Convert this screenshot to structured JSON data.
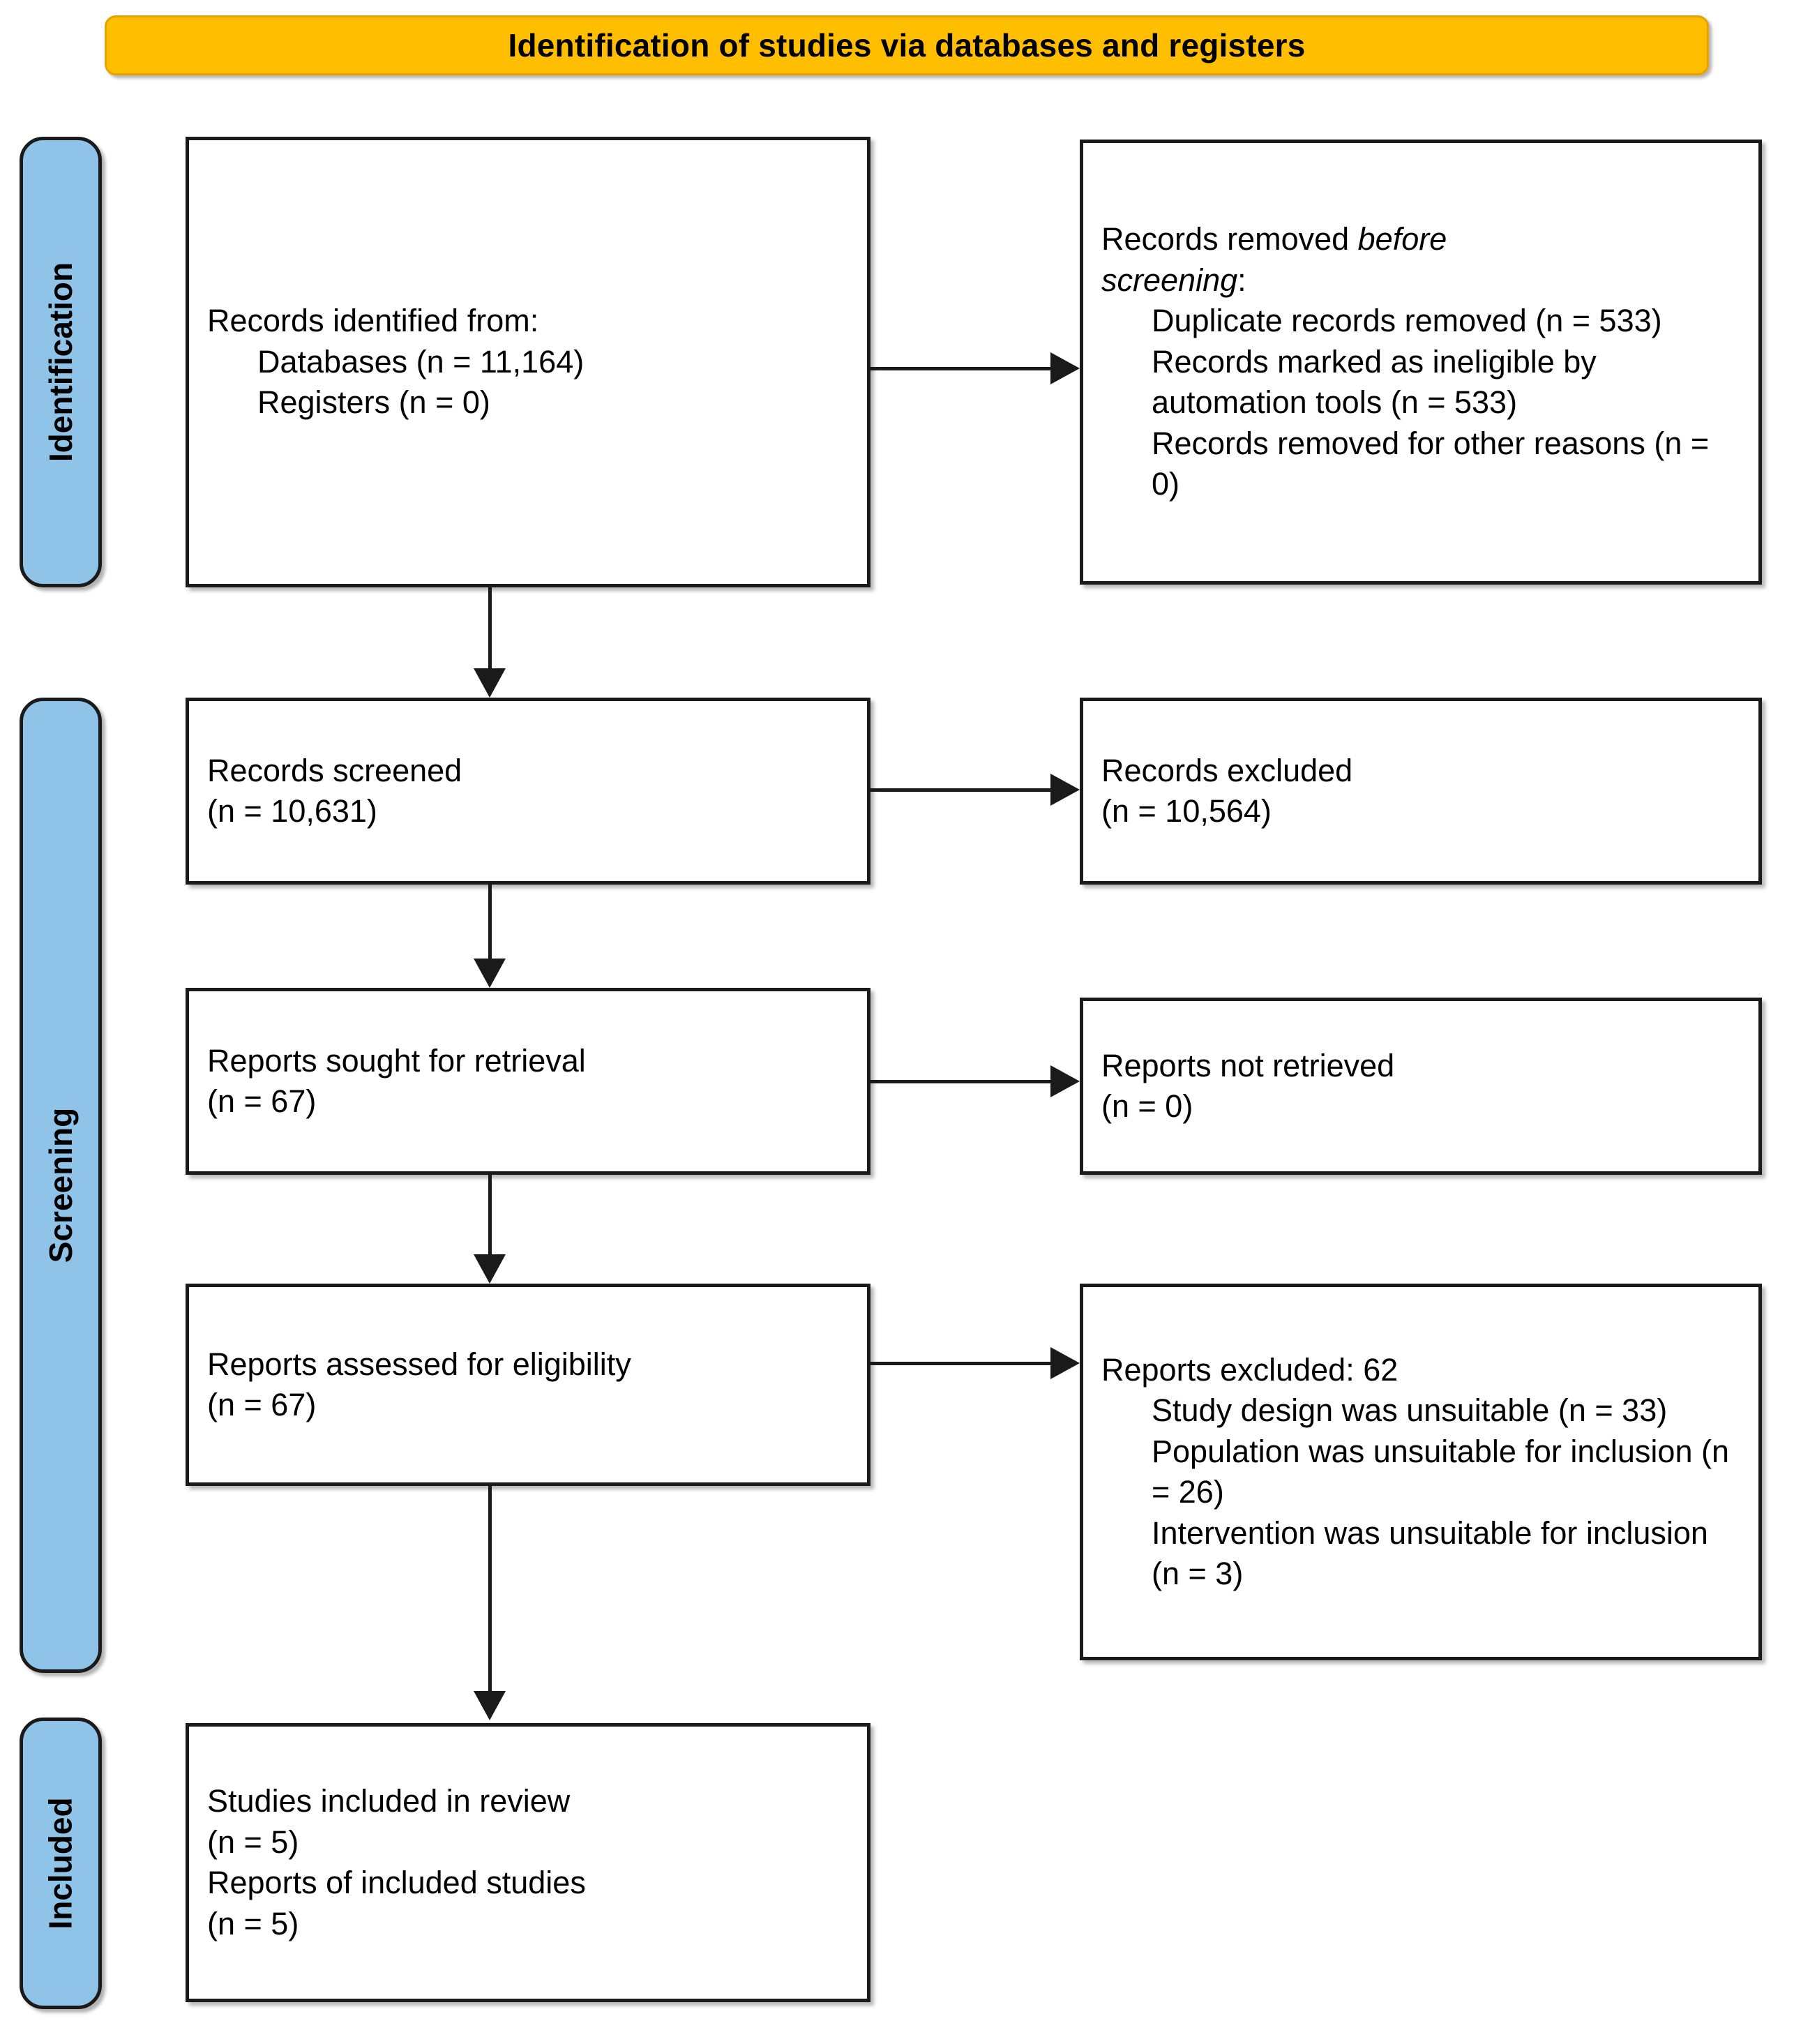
{
  "header": {
    "title": "Identification of studies via databases and registers",
    "color": "#FFBF00"
  },
  "stages": {
    "identification": "Identification",
    "screening": "Screening",
    "included": "Included",
    "color": "#8FC3E8"
  },
  "boxes": {
    "records_identified": {
      "line1": "Records identified from:",
      "line2": "Databases (n = 11,164)",
      "line3": "Registers (n = 0)"
    },
    "records_removed": {
      "line1_a": "Records removed ",
      "line1_em": "before",
      "line2_em": "screening",
      "line2_b": ":",
      "line3": "Duplicate records removed (n = 533)",
      "line4": "Records marked as ineligible by automation tools (n = 533)",
      "line5": "Records removed for other reasons (n = 0)"
    },
    "records_screened": {
      "line1": "Records screened",
      "line2": "(n = 10,631)"
    },
    "records_excluded": {
      "line1": "Records excluded",
      "line2": "(n = 10,564)"
    },
    "reports_sought": {
      "line1": "Reports sought for retrieval",
      "line2": "(n = 67)"
    },
    "reports_not_retrieved": {
      "line1": "Reports not retrieved",
      "line2": "(n = 0)"
    },
    "reports_assessed": {
      "line1": "Reports assessed for eligibility",
      "line2": "(n = 67)"
    },
    "reports_excluded": {
      "line1": "Reports excluded: 62",
      "line2": "Study design was unsuitable (n = 33)",
      "line3": "Population was unsuitable for inclusion (n = 26)",
      "line4": "Intervention was unsuitable for inclusion (n = 3)"
    },
    "studies_included": {
      "line1": "Studies included in review",
      "line2": "(n = 5)",
      "line3": "Reports of included studies",
      "line4": "(n = 5)"
    }
  }
}
